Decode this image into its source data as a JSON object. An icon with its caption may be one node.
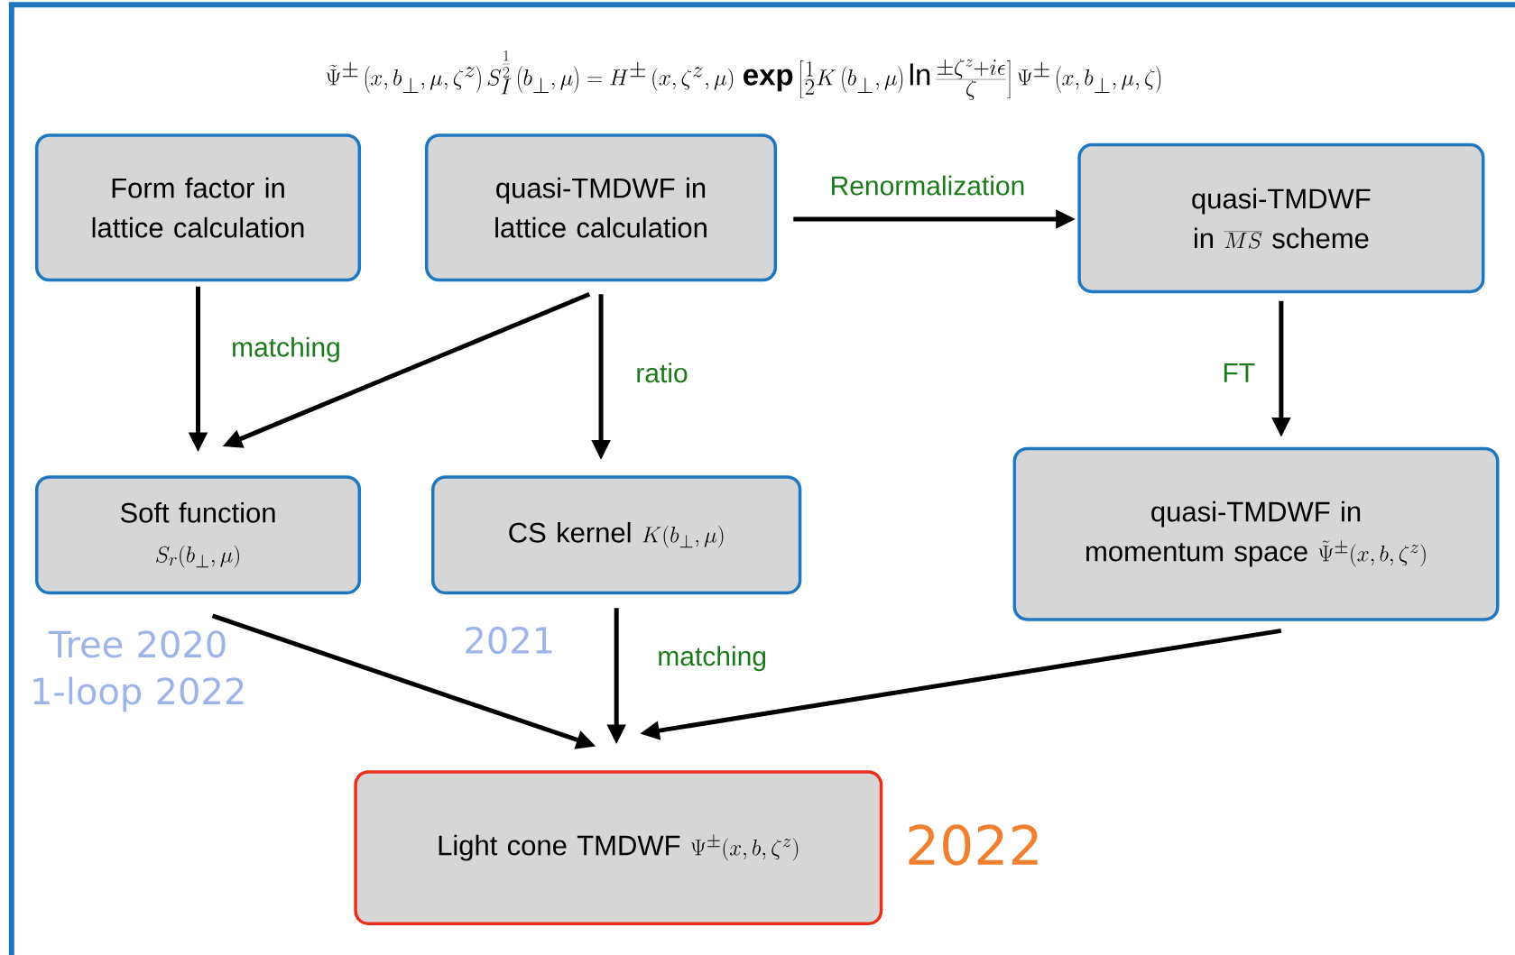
{
  "diagram": {
    "title": "\\tilde{\\Psi}^{\\pm}\\left(x,b_\\perp,\\mu,\\zeta^z\\right) S_I^{\\frac{1}{2}}\\left(b_\\perp,\\mu\\right) = H^{\\pm}\\left(x,\\zeta^z,\\mu\\right)\\,\\mathbf{exp}\\left[\\frac{1}{2}K\\left(b_\\perp,\\mu\\right)\\ln\\frac{\\pm\\zeta^z+i\\epsilon}{\\zeta}\\right]\\Psi^{\\pm}\\left(x,b_\\perp,\\mu,\\zeta\\right)",
    "nodes": [
      {
        "text": [
          "Form factor in lattice calculation"
        ]
      },
      {
        "text": [
          "quasi-TMDWF in lattice calculation"
        ]
      },
      {
        "text": [
          "quasi-TMDWF in",
          "\\overline{MS}",
          "scheme"
        ]
      },
      {
        "text": [
          "Soft function",
          "S_r(b_\\perp,\\mu)"
        ]
      },
      {
        "text": [
          "CS kernel",
          "K(b_\\perp,\\mu)"
        ]
      },
      {
        "text": [
          "quasi-TMDWF in momentum space",
          "\\tilde{\\Psi}^{\\pm}(x,b,\\zeta^z)"
        ]
      },
      {
        "text": [
          "Light cone TMDWF",
          "\\Psi^{\\pm}(x,b,\\zeta^z)"
        ],
        "beside": [
          "2022"
        ]
      }
    ],
    "edges": [
      {
        "from": 0,
        "to": 3,
        "arrow": "to",
        "label": "matching"
      },
      {
        "from": 1,
        "to": 3,
        "arrow": "to"
      },
      {
        "from": 1,
        "to": 4,
        "arrow": "to",
        "label": "ratio"
      },
      {
        "from": 1,
        "to": 2,
        "arrow": "to",
        "label": "Renormalization"
      },
      {
        "from": 2,
        "to": 5,
        "arrow": "to",
        "label": "FT"
      },
      {
        "from": 3,
        "to": 6,
        "arrow": "to"
      },
      {
        "from": 4,
        "to": 6,
        "arrow": "to",
        "label": "matching"
      },
      {
        "from": 5,
        "to": 6,
        "arrow": "to"
      }
    ],
    "labels": [
      "Tree 2020 1-loop 2022",
      "2021"
    ]
  }
}
